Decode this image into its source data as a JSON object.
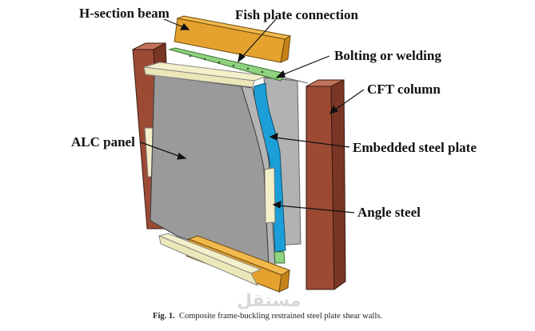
{
  "labels": {
    "h_section_beam": "H-section beam",
    "fish_plate": "Fish plate connection",
    "bolting": "Bolting or welding",
    "cft_column": "CFT column",
    "alc_panel": "ALC panel",
    "embedded_plate": "Embedded steel plate",
    "angle_steel": "Angle steel"
  },
  "caption": {
    "prefix": "Fig. 1.",
    "text": "Composite frame-buckling restrained steel plate shear walls."
  },
  "watermark": "مستقل",
  "colors": {
    "beam": "#e6a22e",
    "cft_column": "#9c4a34",
    "alc_panel": "#9a9a9a",
    "embedded_plate": "#1c9fd8",
    "fish_plate": "#8fd27f",
    "angle_steel": "#f3efc9"
  }
}
